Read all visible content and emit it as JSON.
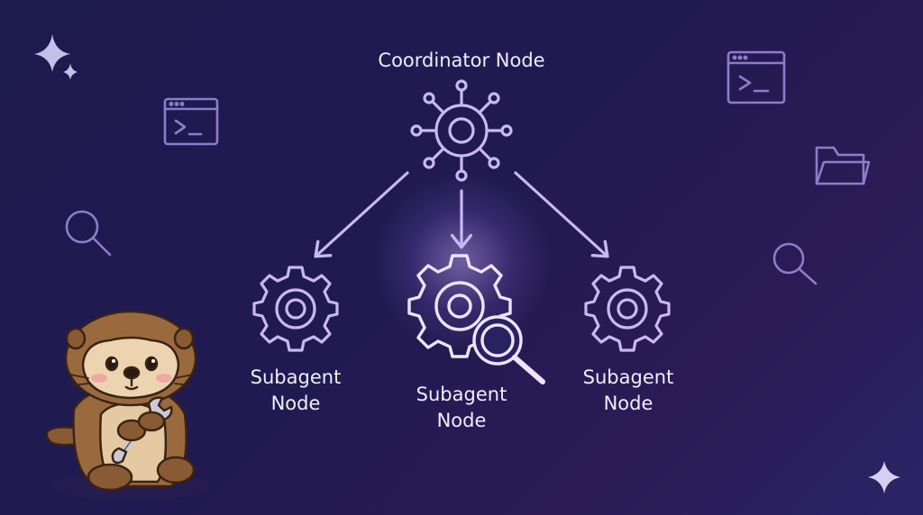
{
  "diagram": {
    "coordinator": {
      "label": "Coordinator Node",
      "icon": "network-hub-icon"
    },
    "subagents": [
      {
        "line1": "Subagent",
        "line2": "Node",
        "icon": "gear-icon"
      },
      {
        "line1": "Subagent",
        "line2": "Node",
        "icon": "gear-search-icon",
        "highlighted": true
      },
      {
        "line1": "Subagent",
        "line2": "Node",
        "icon": "gear-icon"
      }
    ]
  },
  "decorations": [
    "sparkle-icon",
    "terminal-icon",
    "search-icon",
    "folder-icon",
    "otter-mascot"
  ],
  "colors": {
    "background": "#201a50",
    "icon_stroke": "#c9b8f5",
    "highlight": "#ece4ff",
    "label": "#f1ecff"
  }
}
